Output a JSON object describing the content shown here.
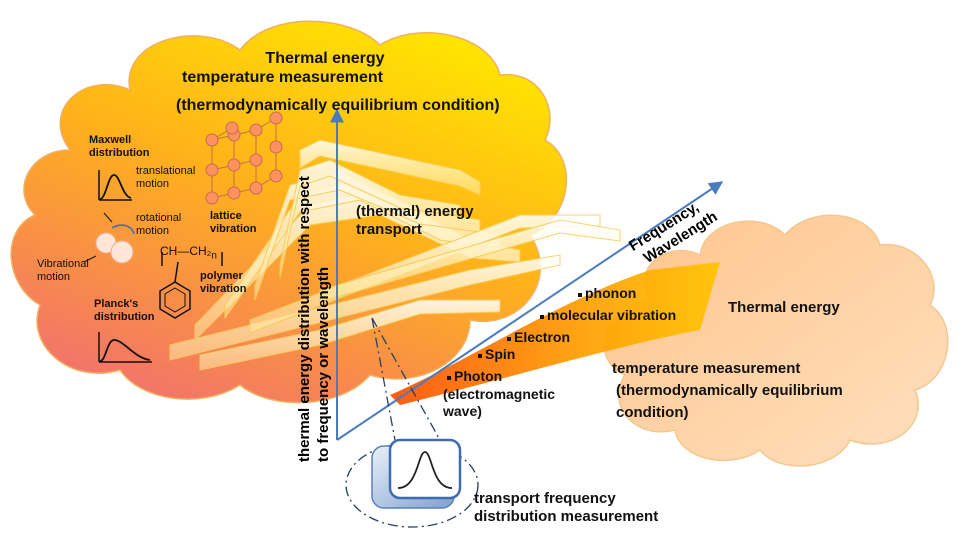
{
  "left_cloud": {
    "title_line1": "Thermal energy",
    "title_line2": "temperature measurement",
    "title_line3": "(thermodynamically equilibrium condition)",
    "maxwell_line1": "Maxwell",
    "maxwell_line2": "distribution",
    "translational_line1": "translational",
    "translational_line2": "motion",
    "rotational_line1": "rotational",
    "rotational_line2": "motion",
    "vibrational_line1": "Vibrational",
    "vibrational_line2": "motion",
    "lattice_line1": "lattice",
    "lattice_line2": "vibration",
    "polymer_formula": "CH—CH₂",
    "polymer_subscript": "n",
    "polymer_line1": "polymer",
    "polymer_line2": "vibration",
    "planck_line1": "Planck's",
    "planck_line2": "distribution"
  },
  "transport": {
    "line1": "(thermal) energy",
    "line2": "transport"
  },
  "y_axis": {
    "line1": "thermal energy distribution with respect",
    "line2": "to frequency or wavelength"
  },
  "x_axis": {
    "line1": "Frequency,",
    "line2": "Wavelength"
  },
  "carriers": [
    "phonon",
    "molecular vibration",
    "Electron",
    "Spin",
    "Photon"
  ],
  "photon_detail_line1": "(electromagnetic",
  "photon_detail_line2": "wave)",
  "right_cloud": {
    "title": "Thermal energy",
    "line1": "temperature measurement",
    "line2": "(thermodynamically equilibrium",
    "line3": "condition)"
  },
  "detector": {
    "line1": "transport frequency",
    "line2": "distribution measurement"
  },
  "colors": {
    "axis": "#4a7bbf",
    "cloud_left_top": "#ffe200",
    "cloud_left_bottom": "#f06a6a",
    "flow": "#ff8a00",
    "right_cloud": "#ffd2a0"
  }
}
